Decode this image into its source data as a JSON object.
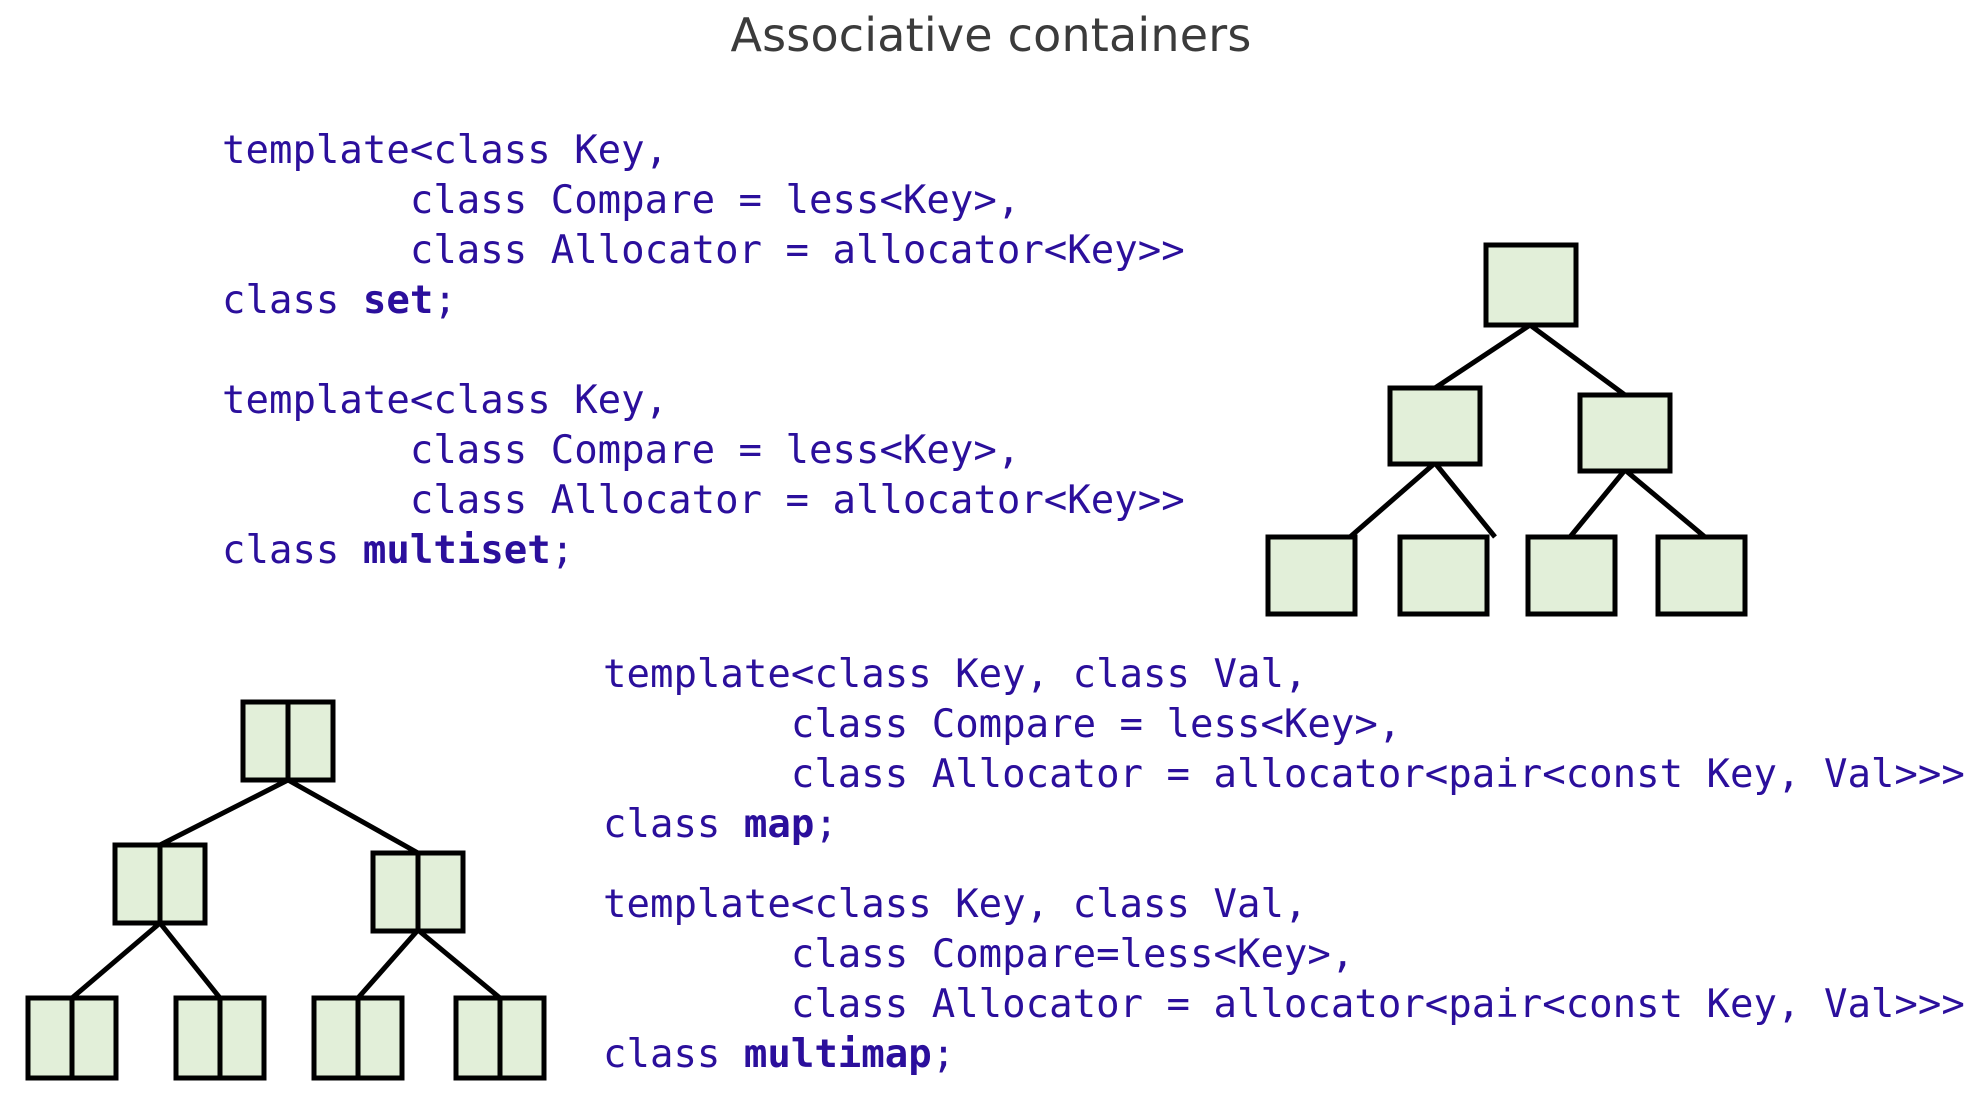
{
  "slide": {
    "title": "Associative containers",
    "title_color": "#3b3b3b",
    "background_color": "#ffffff"
  },
  "code": {
    "text_color": "#2b0f9c",
    "blocks": [
      {
        "id": "set",
        "name": "set-declaration",
        "lines": [
          "template<class Key,",
          "        class Compare = less<Key>,",
          "        class Allocator = allocator<Key>>",
          "class "
        ],
        "prefix": "template<class Key,\n        class Compare = less<Key>,\n        class Allocator = allocator<Key>>\nclass ",
        "bold_term": "set",
        "suffix": ";"
      },
      {
        "id": "multiset",
        "name": "multiset-declaration",
        "lines": [
          "template<class Key,",
          "        class Compare = less<Key>,",
          "        class Allocator = allocator<Key>>",
          "class "
        ],
        "prefix": "template<class Key,\n        class Compare = less<Key>,\n        class Allocator = allocator<Key>>\nclass ",
        "bold_term": "multiset",
        "suffix": ";"
      },
      {
        "id": "map",
        "name": "map-declaration",
        "lines": [
          "template<class Key, class Val,",
          "        class Compare = less<Key>,",
          "        class Allocator = allocator<pair<const Key, Val>>>",
          "class "
        ],
        "prefix": "template<class Key, class Val,\n        class Compare = less<Key>,\n        class Allocator = allocator<pair<const Key, Val>>>\nclass ",
        "bold_term": "map",
        "suffix": ";"
      },
      {
        "id": "multimap",
        "name": "multimap-declaration",
        "lines": [
          "template<class Key, class Val,",
          "        class Compare=less<Key>,",
          "        class Allocator = allocator<pair<const Key, Val>>>",
          "class "
        ],
        "prefix": "template<class Key, class Val,\n        class Compare=less<Key>,\n        class Allocator = allocator<pair<const Key, Val>>>\nclass ",
        "bold_term": "multimap",
        "suffix": ";"
      }
    ]
  },
  "diagrams": {
    "node_fill_color": "#e2efd9",
    "node_stroke_color": "#000000",
    "set_tree": {
      "name": "set-binary-tree",
      "cells_per_node": 1,
      "levels": 3,
      "node_counts": [
        1,
        2,
        4
      ]
    },
    "map_tree": {
      "name": "map-binary-tree",
      "cells_per_node": 2,
      "levels": 3,
      "node_counts": [
        1,
        2,
        4
      ]
    }
  }
}
